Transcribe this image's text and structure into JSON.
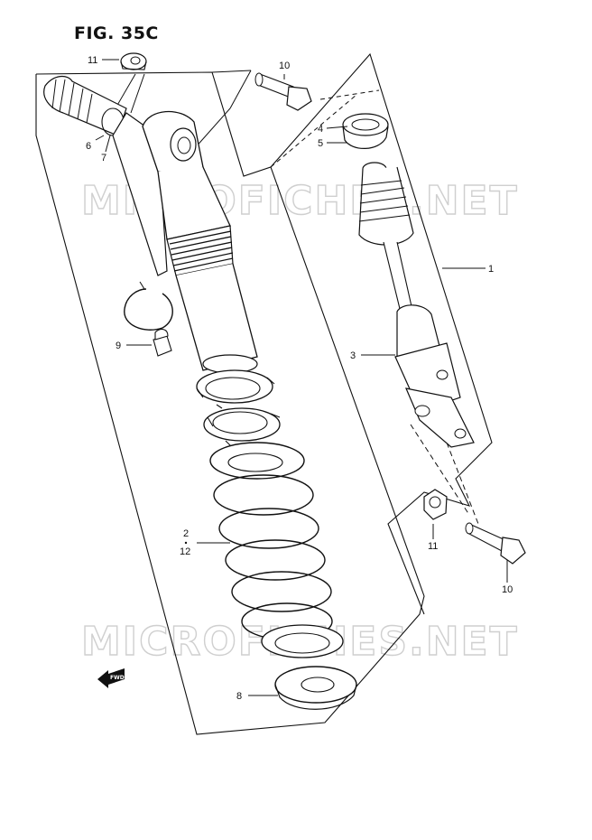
{
  "figure": {
    "title": "FIG. 35C"
  },
  "watermarks": [
    "MICROFICHES.NET",
    "MICROFICHES.NET"
  ],
  "fwd_label": "FWD",
  "callouts": [
    {
      "id": "c11a",
      "label": "11"
    },
    {
      "id": "c10a",
      "label": "10"
    },
    {
      "id": "c6",
      "label": "6"
    },
    {
      "id": "c7",
      "label": "7"
    },
    {
      "id": "c4",
      "label": "4"
    },
    {
      "id": "c5",
      "label": "5"
    },
    {
      "id": "c1",
      "label": "1"
    },
    {
      "id": "c3",
      "label": "3"
    },
    {
      "id": "c9",
      "label": "9"
    },
    {
      "id": "c2",
      "label": "2"
    },
    {
      "id": "c12",
      "label": "12"
    },
    {
      "id": "c11b",
      "label": "11"
    },
    {
      "id": "c10b",
      "label": "10"
    },
    {
      "id": "c8",
      "label": "8"
    }
  ]
}
